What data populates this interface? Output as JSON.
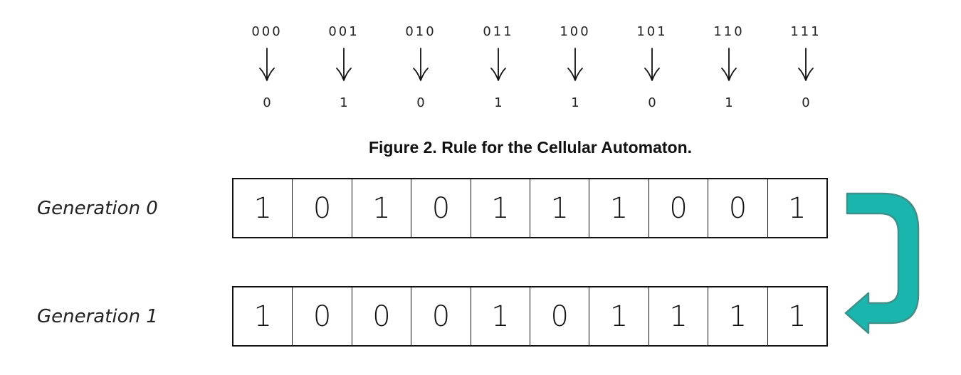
{
  "rule": {
    "items": [
      {
        "input": "000",
        "output": "0"
      },
      {
        "input": "001",
        "output": "1"
      },
      {
        "input": "010",
        "output": "0"
      },
      {
        "input": "011",
        "output": "1"
      },
      {
        "input": "100",
        "output": "1"
      },
      {
        "input": "101",
        "output": "0"
      },
      {
        "input": "110",
        "output": "1"
      },
      {
        "input": "111",
        "output": "0"
      }
    ],
    "caption": "Figure 2. Rule for the Cellular Automaton."
  },
  "generations": [
    {
      "label": "Generation 0",
      "cells": [
        "1",
        "0",
        "1",
        "0",
        "1",
        "1",
        "1",
        "0",
        "0",
        "1"
      ]
    },
    {
      "label": "Generation 1",
      "cells": [
        "1",
        "0",
        "0",
        "0",
        "1",
        "0",
        "1",
        "1",
        "1",
        "1"
      ]
    }
  ],
  "icons": {
    "rule_arrow": "down-arrow-icon",
    "flow_arrow": "curved-arrow-icon"
  },
  "colors": {
    "flow_arrow_fill": "#1ab5ac",
    "flow_arrow_stroke": "#3f8f8a"
  }
}
